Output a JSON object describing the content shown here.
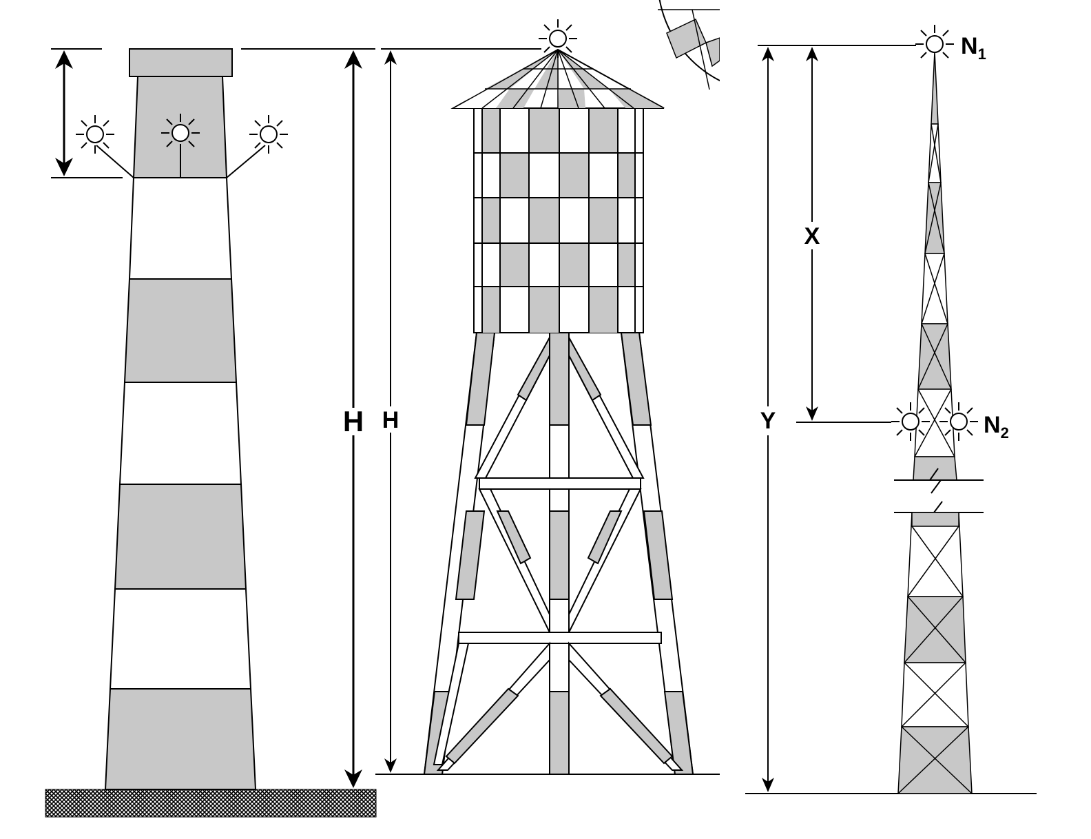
{
  "figure": {
    "colors": {
      "gray": "#c8c8c8",
      "white": "#ffffff",
      "line": "#000000"
    },
    "tower1": {
      "name": "striped-chimney-tower",
      "height_label": "H",
      "light_icon": "light-icon"
    },
    "tower2": {
      "name": "water-tower",
      "height_label": "H",
      "light_icon": "light-icon"
    },
    "tower3": {
      "name": "lattice-mast",
      "height_label_total": "Y",
      "height_label_section": "X",
      "top_light_label": "N",
      "top_light_sub": "1",
      "mid_light_label": "N",
      "mid_light_sub": "2",
      "light_icon": "light-icon"
    }
  }
}
